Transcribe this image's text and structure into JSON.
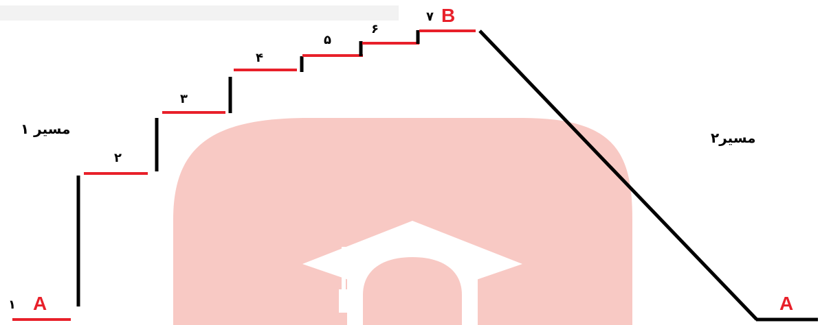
{
  "colors": {
    "red": "#e8202a",
    "black": "#000000",
    "watermark": "#f8c9c4",
    "watermark_symbol": "#ffffff",
    "fade_strip": "#ececec"
  },
  "points": {
    "start_left": "A",
    "end_top": "B",
    "end_right": "A"
  },
  "step_numbers": {
    "start": "۱",
    "s2": "۲",
    "s3": "۳",
    "s4": "۴",
    "s5": "۵",
    "s6": "۶",
    "s7": "۷"
  },
  "paths": {
    "path1": "مسیر ۱",
    "path2": "مسیر۲"
  },
  "watermark": {
    "icon": "graduation-cap-icon"
  }
}
